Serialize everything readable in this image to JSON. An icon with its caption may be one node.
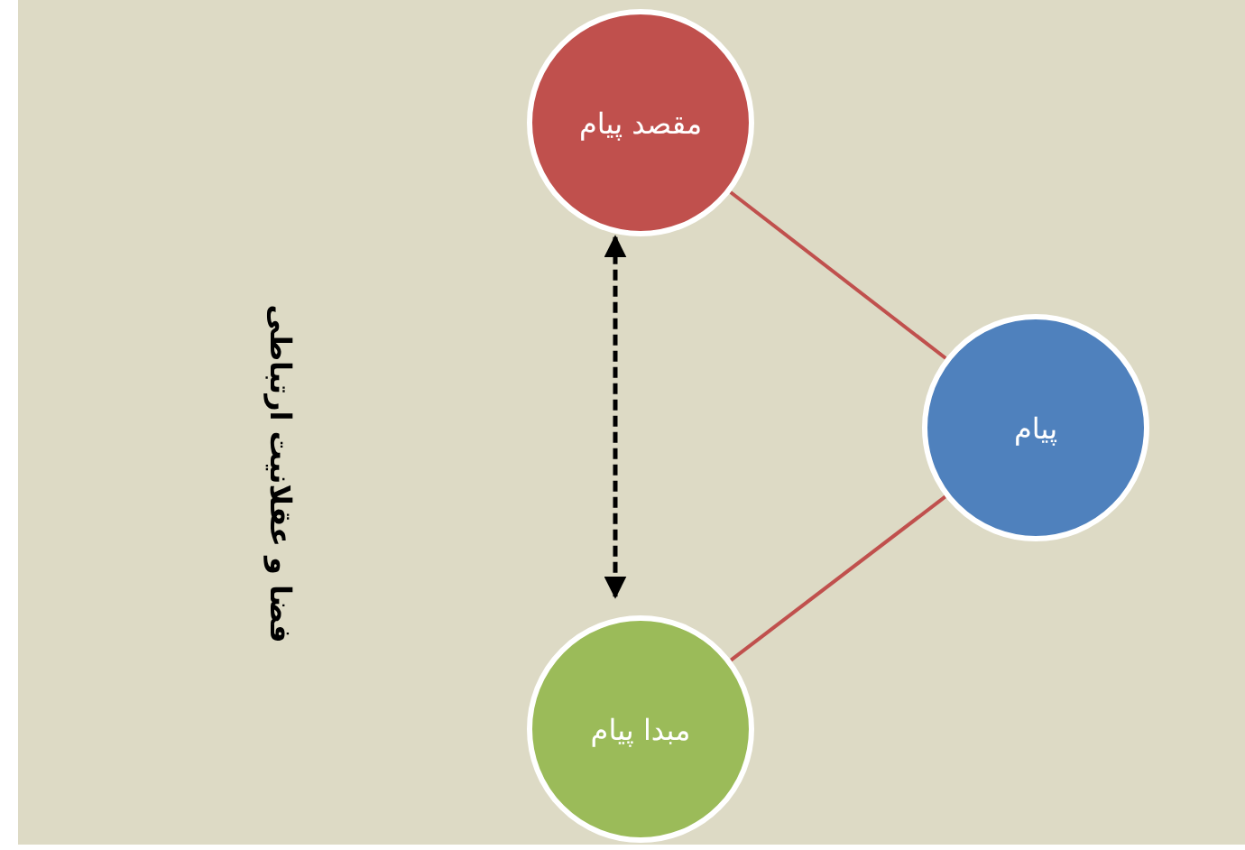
{
  "diagram": {
    "nodes": [
      {
        "text": [
          "مقصد پیام"
        ]
      },
      {
        "text": [
          "پیام"
        ]
      },
      {
        "text": [
          "مبدا پیام"
        ]
      }
    ],
    "edges": [
      {
        "from": 0,
        "to": 1,
        "arrow": "none"
      },
      {
        "from": 1,
        "to": 2,
        "arrow": "none"
      },
      {
        "from": 0,
        "to": 2,
        "arrow": "both",
        "style": "dashed",
        "color": "#000000"
      }
    ],
    "labels": [
      "فضا و عقلانیت ارتباطی"
    ]
  }
}
